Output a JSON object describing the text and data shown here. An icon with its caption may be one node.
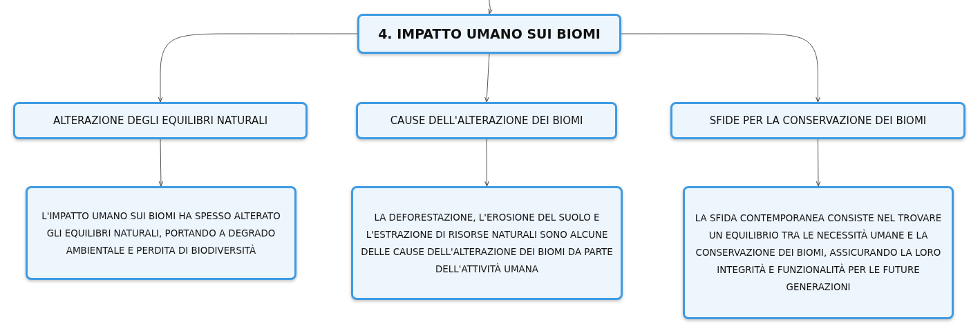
{
  "diagram": {
    "nodes": [
      {
        "text": [
          "4. IMPATTO UMANO SUI BIOMI"
        ]
      },
      {
        "text": [
          "ALTERAZIONE DEGLI EQUILIBRI NATURALI"
        ]
      },
      {
        "text": [
          "CAUSE DELL'ALTERAZIONE DEI BIOMI"
        ]
      },
      {
        "text": [
          "SFIDE PER LA CONSERVAZIONE DEI BIOMI"
        ]
      },
      {
        "text": [
          "L'IMPATTO UMANO SUI BIOMI HA SPESSO ALTERATO GLI EQUILIBRI NATURALI, PORTANDO A DEGRADO AMBIENTALE E PERDITA DI BIODIVERSITÀ"
        ]
      },
      {
        "text": [
          "LA DEFORESTAZIONE, L'EROSIONE DEL SUOLO E L'ESTRAZIONE DI RISORSE NATURALI SONO ALCUNE DELLE CAUSE DELL'ALTERAZIONE DEI BIOMI DA PARTE DELL'ATTIVITÀ UMANA"
        ]
      },
      {
        "text": [
          "LA SFIDA CONTEMPORANEA CONSISTE NEL TROVARE UN EQUILIBRIO TRA LE NECESSITÀ UMANE E LA CONSERVAZIONE DEI BIOMI, ASSICURANDO LA LORO INTEGRITÀ E FUNZIONALITÀ PER LE FUTURE GENERAZIONI"
        ]
      }
    ],
    "edges": [
      {
        "from": null,
        "to": 0,
        "arrow": "to"
      },
      {
        "from": 0,
        "to": 1,
        "arrow": "to"
      },
      {
        "from": 0,
        "to": 2,
        "arrow": "to"
      },
      {
        "from": 0,
        "to": 3,
        "arrow": "to"
      },
      {
        "from": 1,
        "to": 4,
        "arrow": "to"
      },
      {
        "from": 2,
        "to": 5,
        "arrow": "to"
      },
      {
        "from": 3,
        "to": 6,
        "arrow": "to"
      }
    ]
  }
}
